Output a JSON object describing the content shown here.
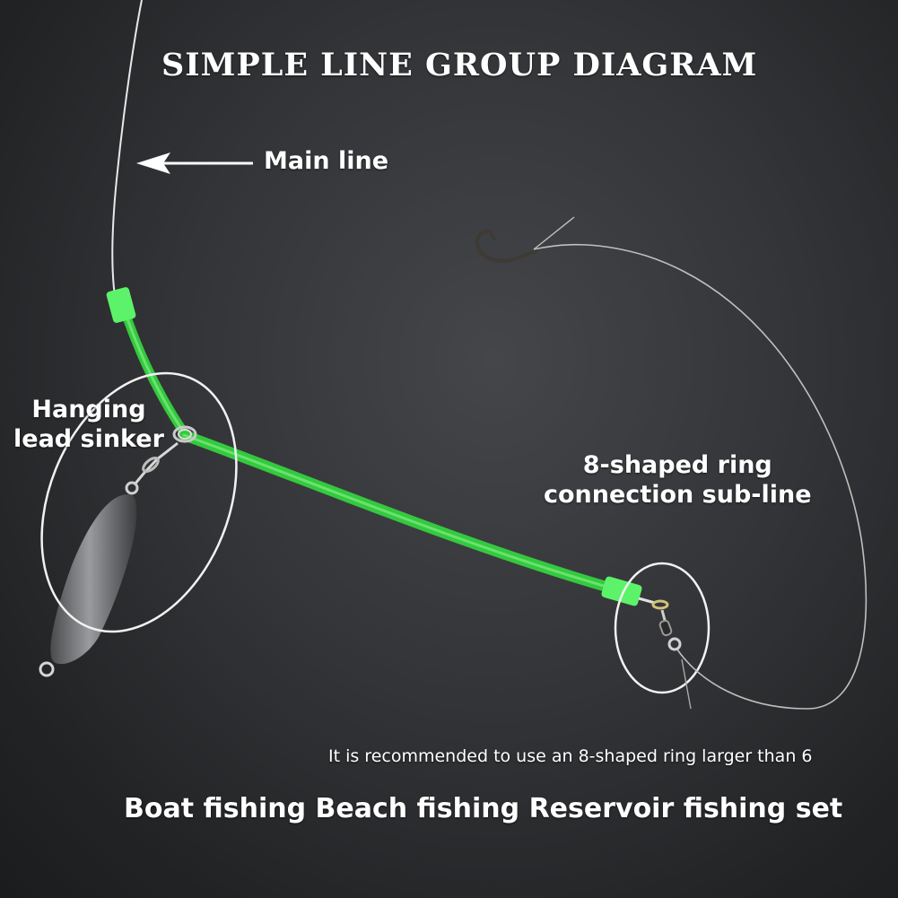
{
  "title": "SIMPLE LINE GROUP DIAGRAM",
  "labels": {
    "main_line": "Main line",
    "hanging_lead_sinker_line1": "Hanging",
    "hanging_lead_sinker_line2": "lead sinker",
    "ring_line1": "8-shaped ring",
    "ring_line2": "connection sub-line"
  },
  "note": "It is recommended to use an 8-shaped ring larger than 6",
  "tagline": "Boat fishing Beach fishing Reservoir fishing set",
  "colors": {
    "background": "#2b2c2e",
    "tube_green": "#3ee04a",
    "text": "#ffffff"
  }
}
